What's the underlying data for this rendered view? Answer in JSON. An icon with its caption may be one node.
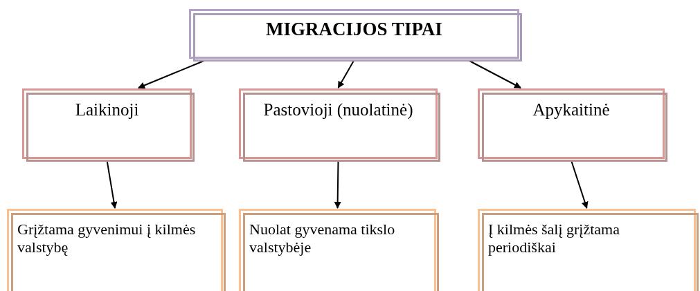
{
  "diagram": {
    "nodes": [
      {
        "text": [
          "MIGRACIJOS TIPAI"
        ]
      },
      {
        "text": [
          "Laikinoji"
        ]
      },
      {
        "text": [
          "Pastovioji (nuolatinė)"
        ]
      },
      {
        "text": [
          "Apykaitinė"
        ]
      },
      {
        "text": [
          "Grįžtama gyvenimui į kilmės valstybę"
        ]
      },
      {
        "text": [
          "Nuolat gyvenama tikslo valstybėje"
        ]
      },
      {
        "text": [
          "Į kilmės šalį grįžtama periodiškai"
        ]
      }
    ],
    "edges": [
      {
        "from": 0,
        "to": 1,
        "arrow": "to"
      },
      {
        "from": 0,
        "to": 2,
        "arrow": "to"
      },
      {
        "from": 0,
        "to": 3,
        "arrow": "to"
      },
      {
        "from": 1,
        "to": 4,
        "arrow": "to"
      },
      {
        "from": 2,
        "to": 5,
        "arrow": "to"
      },
      {
        "from": 3,
        "to": 6,
        "arrow": "to"
      }
    ]
  }
}
